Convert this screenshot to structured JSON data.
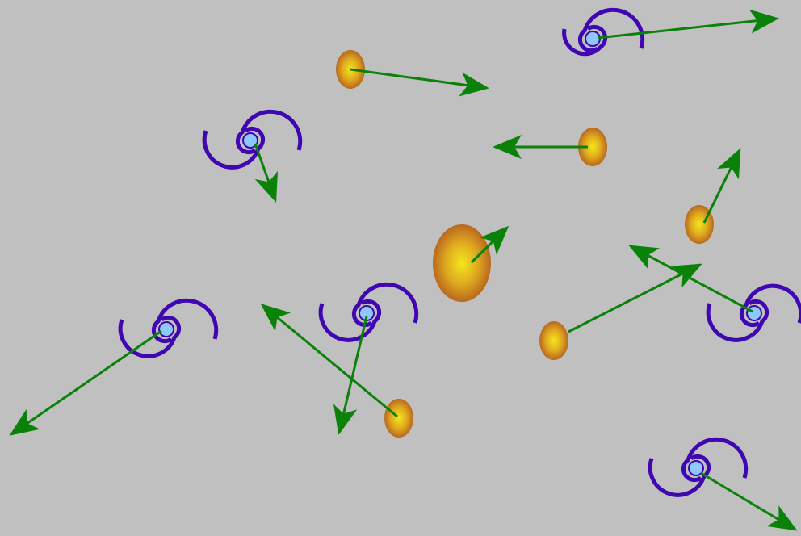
{
  "colors": {
    "background": "#c0c0c0",
    "arrow": "#0a820a",
    "spiral": "#3f06b2",
    "spiral_core": "#8fc8ff",
    "blob_light": "#f2e81a",
    "blob_mid": "#e0a91f",
    "blob_dark": "#b8681e"
  },
  "objects": [
    {
      "kind": "blob",
      "icon": "blob-icon"
    },
    {
      "kind": "blob",
      "icon": "blob-icon"
    },
    {
      "kind": "blob",
      "icon": "blob-icon"
    },
    {
      "kind": "blob",
      "icon": "blob-icon"
    },
    {
      "kind": "blob",
      "icon": "blob-icon"
    },
    {
      "kind": "blob",
      "icon": "blob-icon"
    },
    {
      "kind": "spiral",
      "icon": "spiral-galaxy-icon"
    },
    {
      "kind": "spiral",
      "icon": "spiral-galaxy-icon"
    },
    {
      "kind": "spiral",
      "icon": "spiral-galaxy-icon"
    },
    {
      "kind": "spiral",
      "icon": "spiral-galaxy-icon"
    },
    {
      "kind": "spiral",
      "icon": "spiral-galaxy-icon"
    },
    {
      "kind": "spiral",
      "icon": "spiral-galaxy-icon"
    }
  ]
}
